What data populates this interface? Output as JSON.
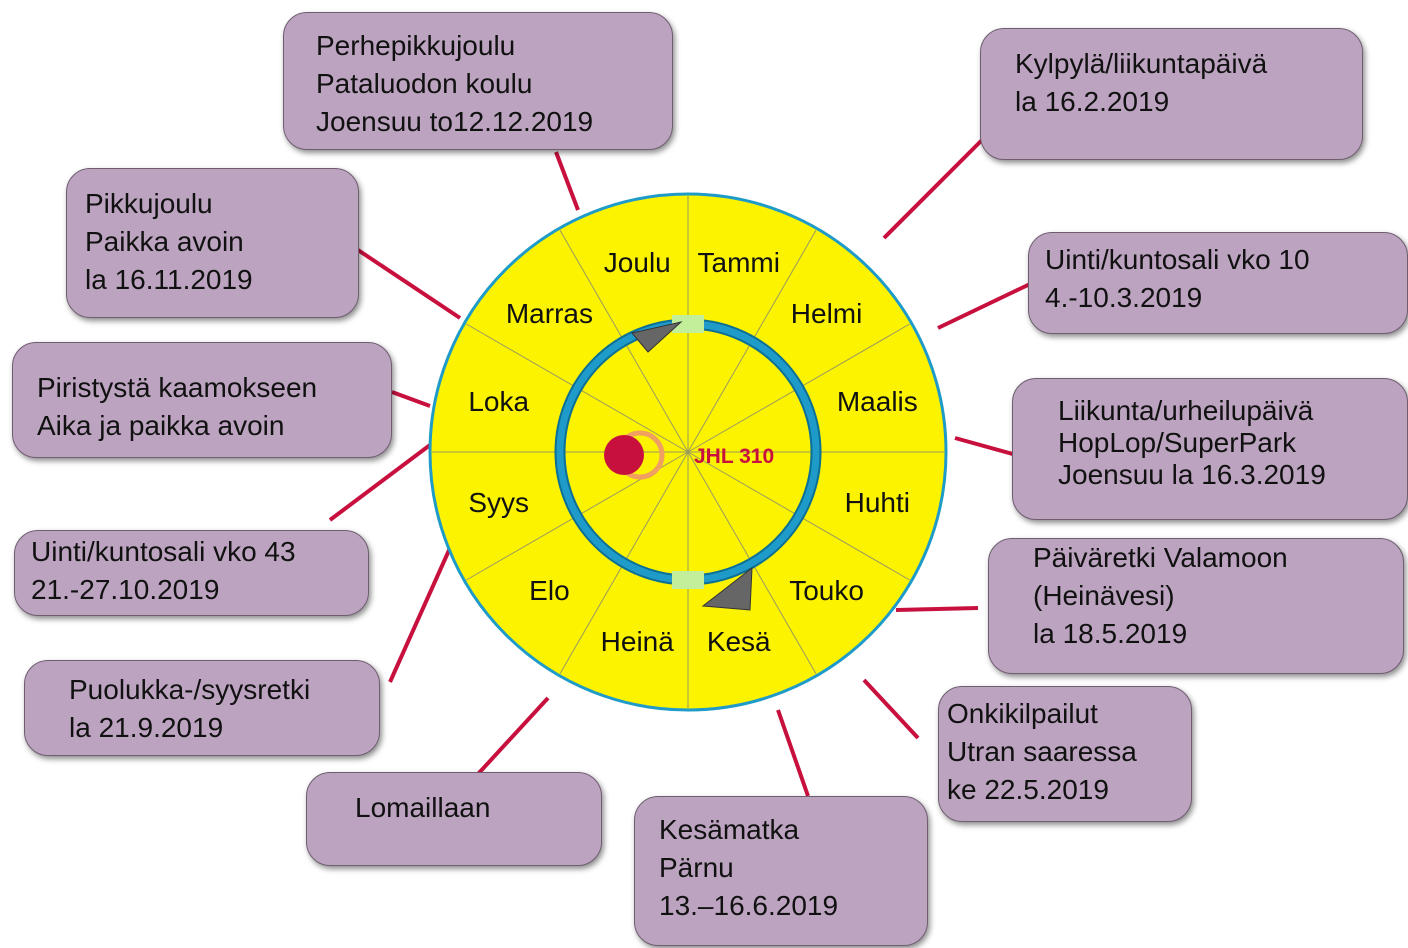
{
  "wheel": {
    "months": [
      "Tammi",
      "Helmi",
      "Maalis",
      "Huhti",
      "Touko",
      "Kesä",
      "Heinä",
      "Elo",
      "Syys",
      "Loka",
      "Marras",
      "Joulu"
    ],
    "logo_text": "JHL 310",
    "colors": {
      "fill": "#fbf300",
      "ring": "#1e9bc9",
      "connector": "#c8103e",
      "logo": "#c8103e",
      "marker": "#c3ef9a"
    }
  },
  "events": [
    {
      "id": "perhepikkujoulu",
      "lines": [
        "Perhepikkujoulu",
        "Pataluodon koulu",
        "Joensuu to12.12.2019"
      ]
    },
    {
      "id": "kylpyla",
      "lines": [
        "Kylpylä/liikuntapäivä",
        "la 16.2.2019"
      ]
    },
    {
      "id": "pikkujoulu",
      "lines": [
        "Pikkujoulu",
        "Paikka avoin",
        "la 16.11.2019"
      ]
    },
    {
      "id": "uinti-vko10",
      "lines": [
        "Uinti/kuntosali vko 10",
        "4.-10.3.2019"
      ]
    },
    {
      "id": "piristysta",
      "lines": [
        "Piristystä kaamokseen",
        "Aika ja paikka avoin"
      ]
    },
    {
      "id": "liikunta",
      "lines": [
        "Liikunta/urheilupäivä",
        "HopLop/SuperPark",
        "Joensuu la 16.3.2019"
      ]
    },
    {
      "id": "uinti-vko43",
      "lines": [
        "Uinti/kuntosali vko 43",
        "21.-27.10.2019"
      ]
    },
    {
      "id": "paivaretki",
      "lines": [
        "Päiväretki Valamoon",
        "(Heinävesi)",
        "la 18.5.2019"
      ]
    },
    {
      "id": "puolukka",
      "lines": [
        "Puolukka-/syysretki",
        "la 21.9.2019"
      ]
    },
    {
      "id": "onkikilpailut",
      "lines": [
        "Onkikilpailut",
        "Utran saaressa",
        "ke 22.5.2019"
      ]
    },
    {
      "id": "lomaillaan",
      "lines": [
        "Lomaillaan"
      ]
    },
    {
      "id": "kesamatka",
      "lines": [
        "Kesämatka",
        "Pärnu",
        "13.–16.6.2019"
      ]
    }
  ]
}
